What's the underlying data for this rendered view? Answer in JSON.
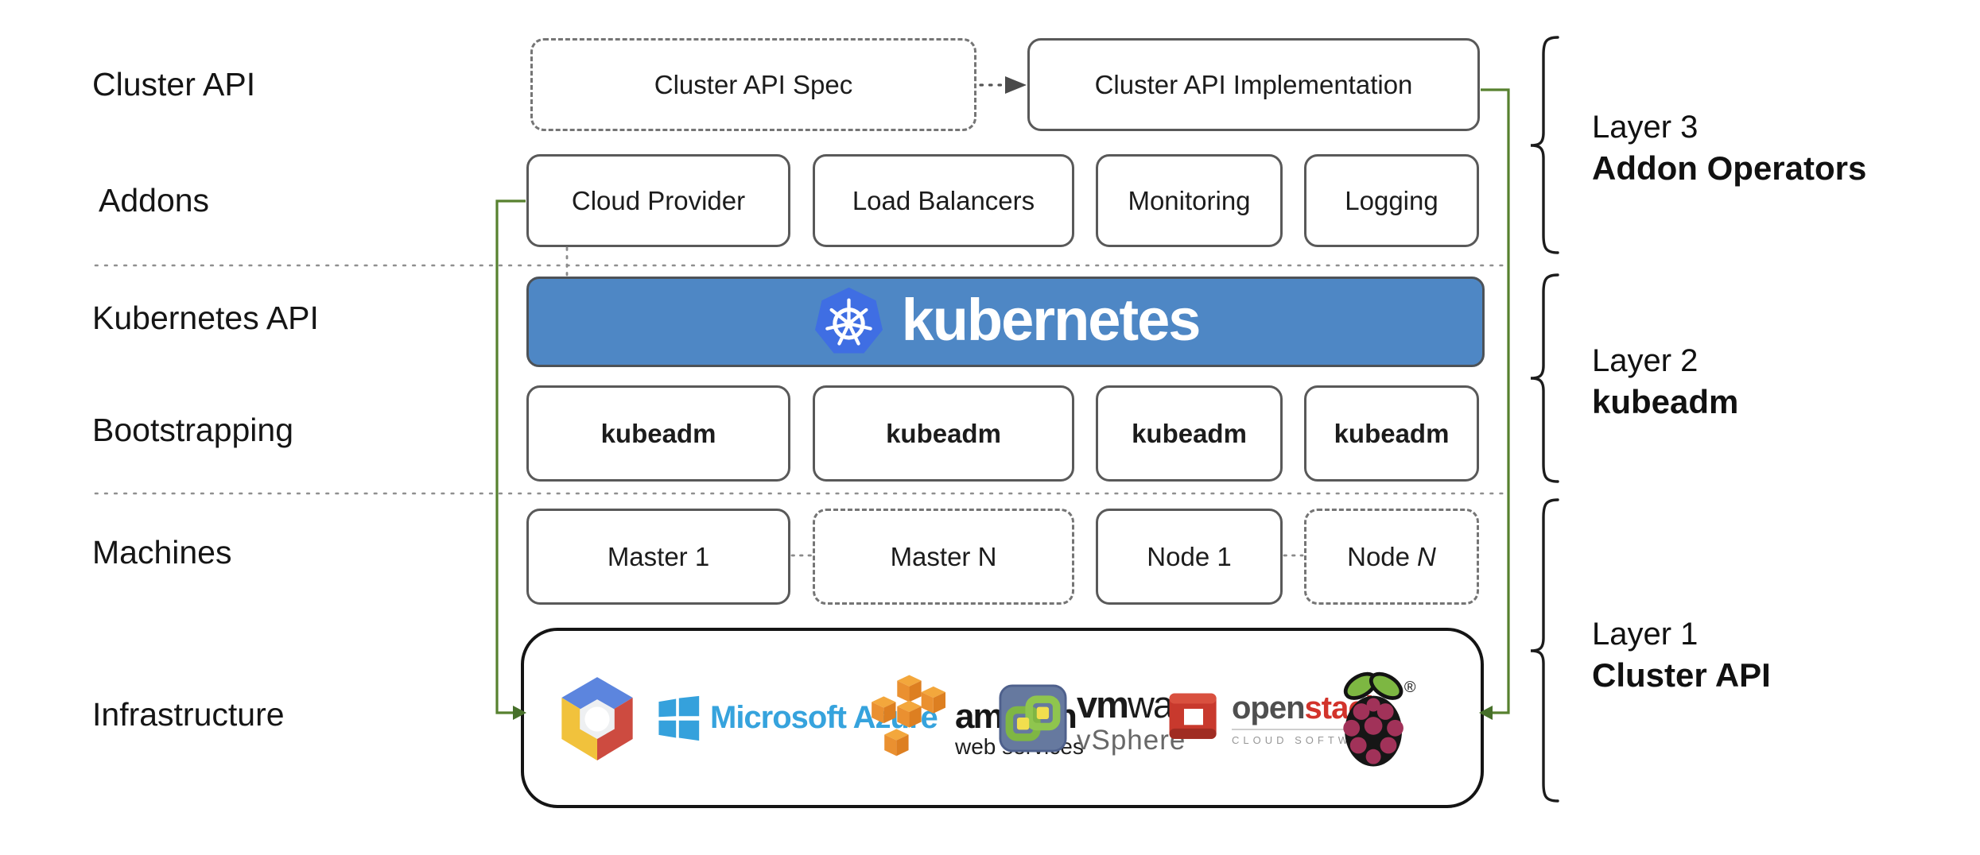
{
  "left_labels": {
    "cluster_api": "Cluster API",
    "addons": "Addons",
    "kubernetes_api": "Kubernetes API",
    "bootstrapping": "Bootstrapping",
    "machines": "Machines",
    "infrastructure": "Infrastructure"
  },
  "top_row": {
    "spec": "Cluster API Spec",
    "implementation": "Cluster API Implementation"
  },
  "addons": {
    "box1": "Cloud Provider",
    "box2": "Load Balancers",
    "box3": "Monitoring",
    "box4": "Logging"
  },
  "kubernetes": {
    "wordmark": "kubernetes"
  },
  "bootstrapping": {
    "box1": "kubeadm",
    "box2": "kubeadm",
    "box3": "kubeadm",
    "box4": "kubeadm"
  },
  "machines": {
    "box1": "Master 1",
    "box2": "Master N",
    "box3": "Node 1",
    "box4_text": "Node",
    "box4_italic": "N"
  },
  "infrastructure_logos": {
    "azure_text": "Microsoft Azure",
    "aws_line1": "amazon",
    "aws_line2": "web services",
    "vmware_bold": "vm",
    "vmware_rest": "ware",
    "vmware_sub": "vSphere",
    "openstack_dark": "open",
    "openstack_red": "stack",
    "openstack_tm": "™",
    "openstack_sub": "CLOUD SOFTWARE",
    "raspberry_mark": "®"
  },
  "layers": [
    {
      "line1": "Layer 3",
      "line2": "Addon Operators"
    },
    {
      "line1": "Layer 2",
      "line2": "kubeadm"
    },
    {
      "line1": "Layer 1",
      "line2": "Cluster API"
    }
  ],
  "colors": {
    "banner_blue": "#4e87c5",
    "k8s_logo_blue": "#3f6ee3",
    "connector_green": "#57812f",
    "box_border_gray": "#595959",
    "dashed_gray": "#757575",
    "dotted_separator": "#8f8f8f",
    "azure_blue": "#36a3dd",
    "aws_orange": "#ea9030",
    "openstack_red": "#c8392d",
    "raspberry_crimson": "#a13259",
    "leaf_green": "#7db742"
  }
}
